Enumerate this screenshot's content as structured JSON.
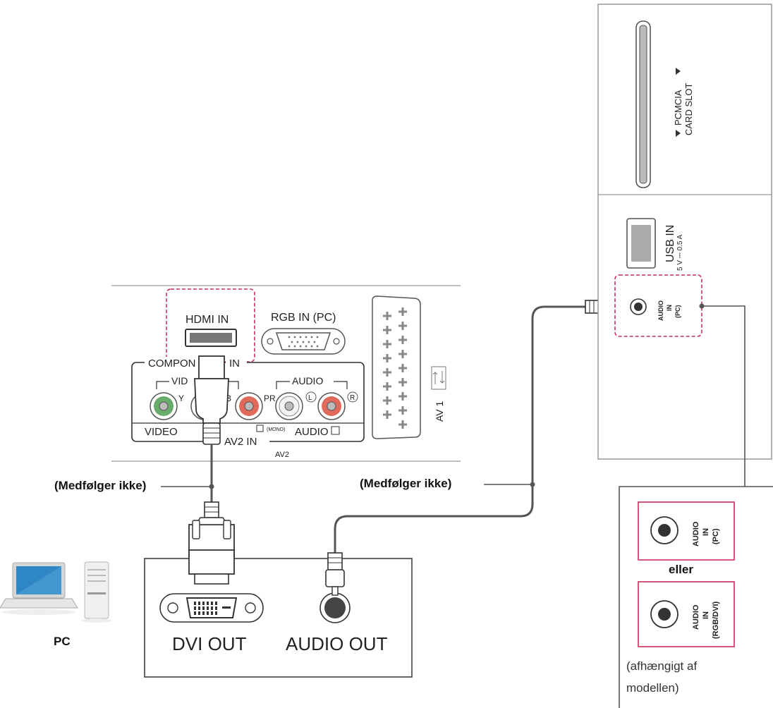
{
  "tv_panel": {
    "hdmi_in": "HDMI IN",
    "rgb_in": "RGB IN (PC)",
    "component_in_prefix": "COMPON",
    "component_in_suffix": "IN",
    "video_group": "VID",
    "y_label": "Y",
    "pb_label": "B",
    "pr_label": "PR",
    "audio_group": "AUDIO",
    "audio_l": "L",
    "audio_r": "R",
    "video_label": "VIDEO",
    "mono_label": "(MONO)",
    "audio_label": "AUDIO",
    "av2_in": "AV2 IN",
    "av2": "AV2",
    "av1": "AV 1"
  },
  "side_panel": {
    "pcmcia_line1": "PCMCIA",
    "pcmcia_line2": "CARD SLOT",
    "usb_in": "USB IN",
    "usb_rating": "5 V ⎓ 0.5 A",
    "audio_in_line1": "AUDIO",
    "audio_in_line2": "IN",
    "audio_in_line3": "(PC)"
  },
  "callouts": {
    "left_cable": "(Medfølger ikke)",
    "right_cable": "(Medfølger ikke)"
  },
  "pc_box": {
    "dvi_out": "DVI OUT",
    "audio_out": "AUDIO OUT",
    "pc_label": "PC"
  },
  "legend": {
    "option1_line1": "AUDIO",
    "option1_line2": "IN",
    "option1_line3": "(PC)",
    "or_label": "eller",
    "option2_line1": "AUDIO",
    "option2_line2": "IN",
    "option2_line3": "(RGB/DVI)",
    "note_line1": "(afhængigt af",
    "note_line2": "modellen)"
  },
  "colors": {
    "highlight": "#c8305a",
    "cable": "#555555",
    "component_green": "#6aaa6a",
    "component_red": "#e06a5a"
  }
}
